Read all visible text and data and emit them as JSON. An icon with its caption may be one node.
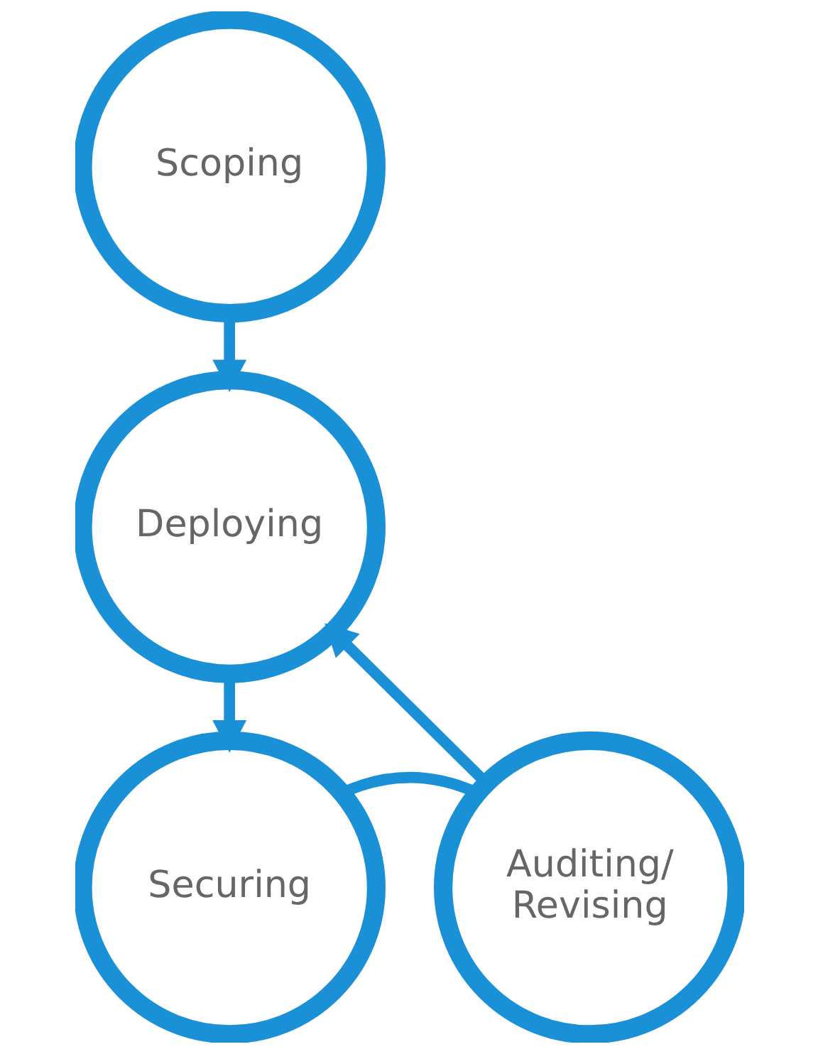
{
  "diagram": {
    "nodes": [
      {
        "text": [
          "Scoping"
        ]
      },
      {
        "text": [
          "Deploying"
        ]
      },
      {
        "text": [
          "Auditing/ Revising"
        ]
      },
      {
        "text": [
          "Securing"
        ]
      }
    ],
    "edges": [
      {
        "from": 0,
        "to": 1,
        "arrow": "to"
      },
      {
        "from": 1,
        "to": 3,
        "arrow": "to"
      },
      {
        "from": 3,
        "to": 2,
        "arrow": "none"
      },
      {
        "from": 2,
        "to": 1,
        "arrow": "to"
      }
    ]
  }
}
